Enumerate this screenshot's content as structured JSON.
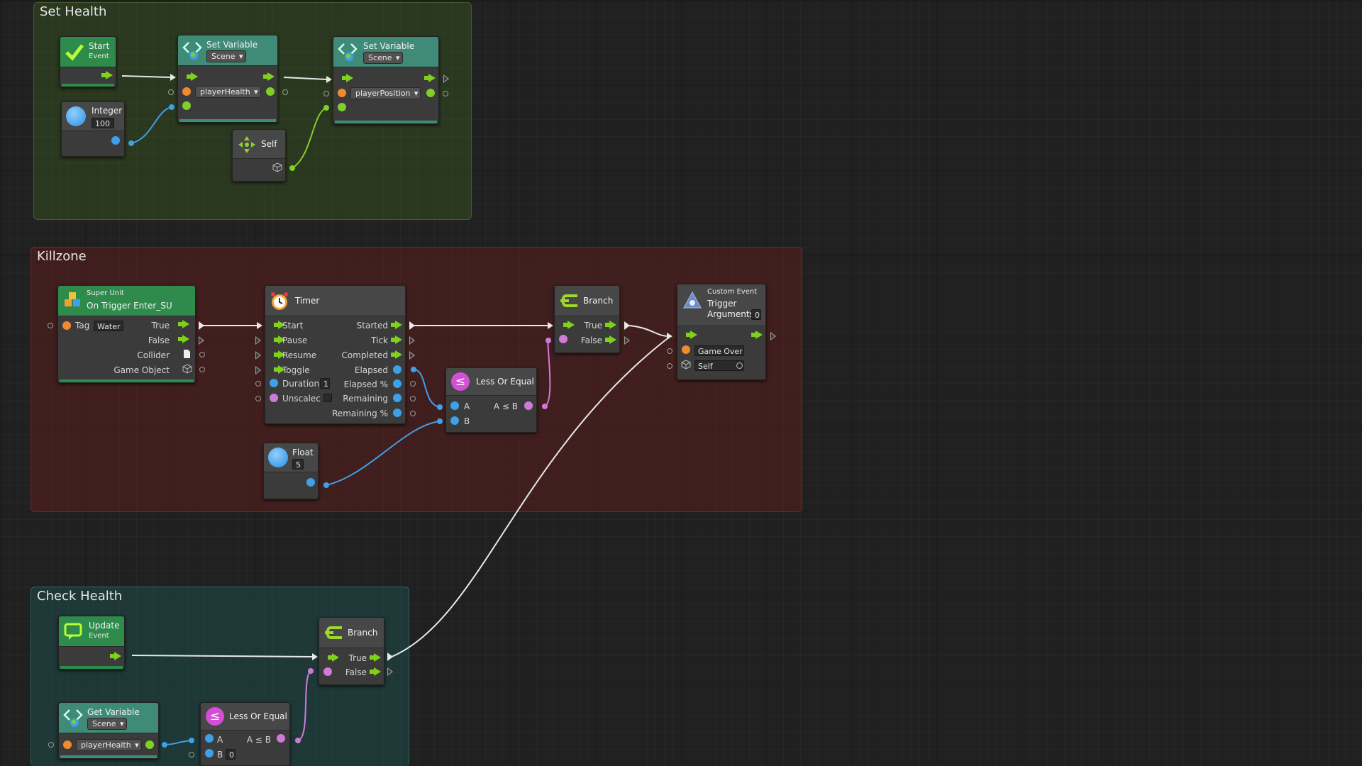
{
  "groups": {
    "set_health": "Set Health",
    "killzone": "Killzone",
    "check_health": "Check Health"
  },
  "nodes": {
    "start_event": {
      "title": "Start",
      "sub": "Event"
    },
    "integer": {
      "title": "Integer",
      "value": "100"
    },
    "set_var_health": {
      "title": "Set Variable",
      "scope": "Scene",
      "var": "playerHealth"
    },
    "self_node": {
      "title": "Self"
    },
    "set_var_position": {
      "title": "Set Variable",
      "scope": "Scene",
      "var": "playerPosition"
    },
    "super_unit": {
      "title": "Super Unit",
      "sub": "On Trigger Enter_SU",
      "tag_label": "Tag",
      "tag_value": "Water",
      "outputs": [
        "True",
        "False",
        "Collider",
        "Game Object"
      ]
    },
    "timer": {
      "title": "Timer",
      "inputs": [
        "Start",
        "Pause",
        "Resume",
        "Toggle",
        "Duration",
        "Unscalec"
      ],
      "duration_value": "1",
      "outputs": [
        "Started",
        "Tick",
        "Completed",
        "Elapsed",
        "Elapsed %",
        "Remaining",
        "Remaining %"
      ]
    },
    "less_equal_1": {
      "title": "Less Or Equal",
      "a": "A",
      "b": "B",
      "out": "A ≤ B"
    },
    "float_node": {
      "title": "Float",
      "value": "5"
    },
    "branch_1": {
      "title": "Branch",
      "true": "True",
      "false": "False"
    },
    "custom_event": {
      "title": "Custom Event",
      "sub1": "Trigger",
      "sub2": "Arguments",
      "args": "0",
      "name_value": "Game Over",
      "target_value": "Self"
    },
    "update_event": {
      "title": "Update",
      "sub": "Event"
    },
    "branch_2": {
      "title": "Branch",
      "true": "True",
      "false": "False"
    },
    "get_var": {
      "title": "Get Variable",
      "scope": "Scene",
      "var": "playerHealth"
    },
    "less_equal_2": {
      "title": "Less Or Equal",
      "a": "A",
      "b": "B",
      "b_value": "0",
      "out": "A ≤ B"
    }
  },
  "colors": {
    "flow": "#7fd21a",
    "int_float": "#3ea0e8",
    "bool": "#d07ad8",
    "string": "#f08a30",
    "object": "#7fcf2a",
    "group_green": "#2e4a1e",
    "group_red": "#4a1e1e",
    "group_teal": "#1c4240"
  }
}
